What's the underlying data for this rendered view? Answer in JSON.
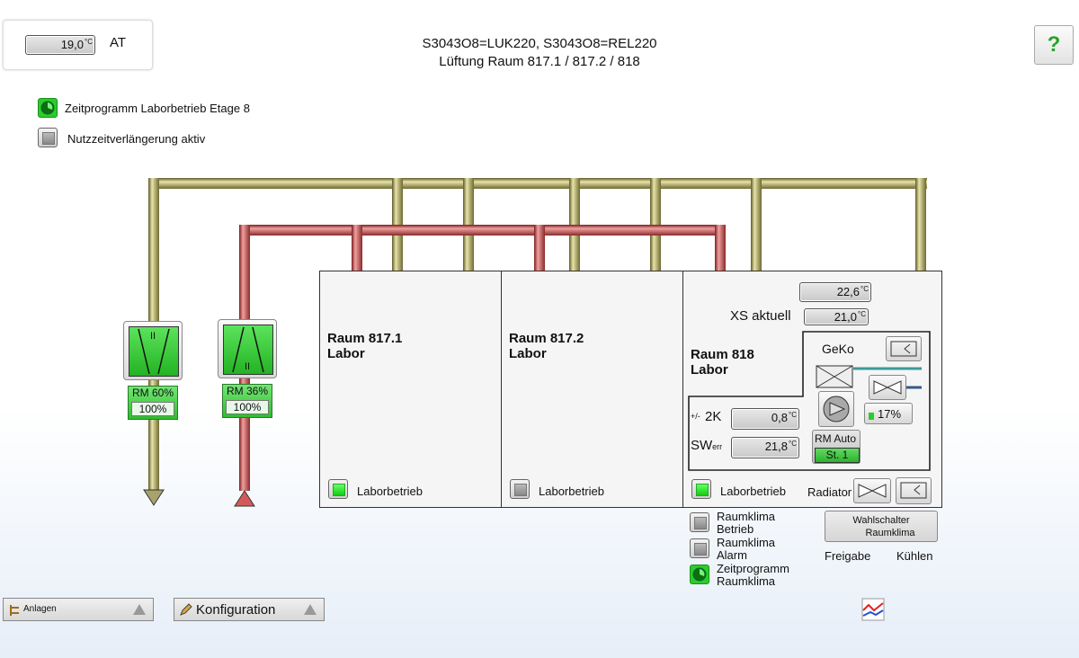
{
  "header": {
    "at_value": "19,0",
    "at_unit": "°C",
    "at_label": "AT",
    "title_line1": "S3043O8=LUK220, S3043O8=REL220",
    "title_line2": "Lüftung Raum 817.1 / 817.2 / 818",
    "help_label": "?"
  },
  "status": {
    "zeitprogramm_label": "Zeitprogramm Laborbetrieb Etage 8",
    "nutzzeit_label": "Nutzzeitverlängerung aktiv"
  },
  "fans": [
    {
      "symbol": "II",
      "rm_label": "RM 60%",
      "value": "100%"
    },
    {
      "symbol": "II",
      "rm_label": "RM 36%",
      "value": "100%"
    }
  ],
  "rooms": [
    {
      "title": "Raum 817.1",
      "subtitle": "Labor",
      "mode_label": "Laborbetrieb"
    },
    {
      "title": "Raum 817.2",
      "subtitle": "Labor",
      "mode_label": "Laborbetrieb"
    },
    {
      "title": "Raum 818",
      "subtitle": "Labor",
      "mode_label": "Laborbetrieb"
    }
  ],
  "room818": {
    "temp1": "22,6",
    "temp2": "21,0",
    "unit": "°C",
    "xs_label": "XS aktuell",
    "geko_label": "GeKo",
    "valve_percent": "17%",
    "offset_label": "+/-",
    "offset_suffix": "2K",
    "offset_value": "0,8",
    "sw_label": "SW",
    "sw_sub": "err",
    "sw_value": "21,8",
    "rm_auto_label": "RM Auto",
    "stage_label": "St. 1",
    "radiator_label": "Radiator"
  },
  "climate": {
    "raumklima_betrieb": [
      "Raumklima",
      "Betrieb"
    ],
    "raumklima_alarm": [
      "Raumklima",
      "Alarm"
    ],
    "zeitprogramm_raumklima": [
      "Zeitprogramm",
      "Raumklima"
    ],
    "wahlschalter": [
      "Wahlschalter",
      "Raumklima"
    ],
    "freigabe_label": "Freigabe",
    "kuehlen_label": "Kühlen"
  },
  "taskbar": {
    "anlagen_label": "Anlagen",
    "konfiguration_label": "Konfiguration"
  },
  "colors": {
    "supply_pipe": "#c9c58a",
    "exhaust_pipe": "#c44a4a",
    "active_green": "#2bcc2b"
  }
}
